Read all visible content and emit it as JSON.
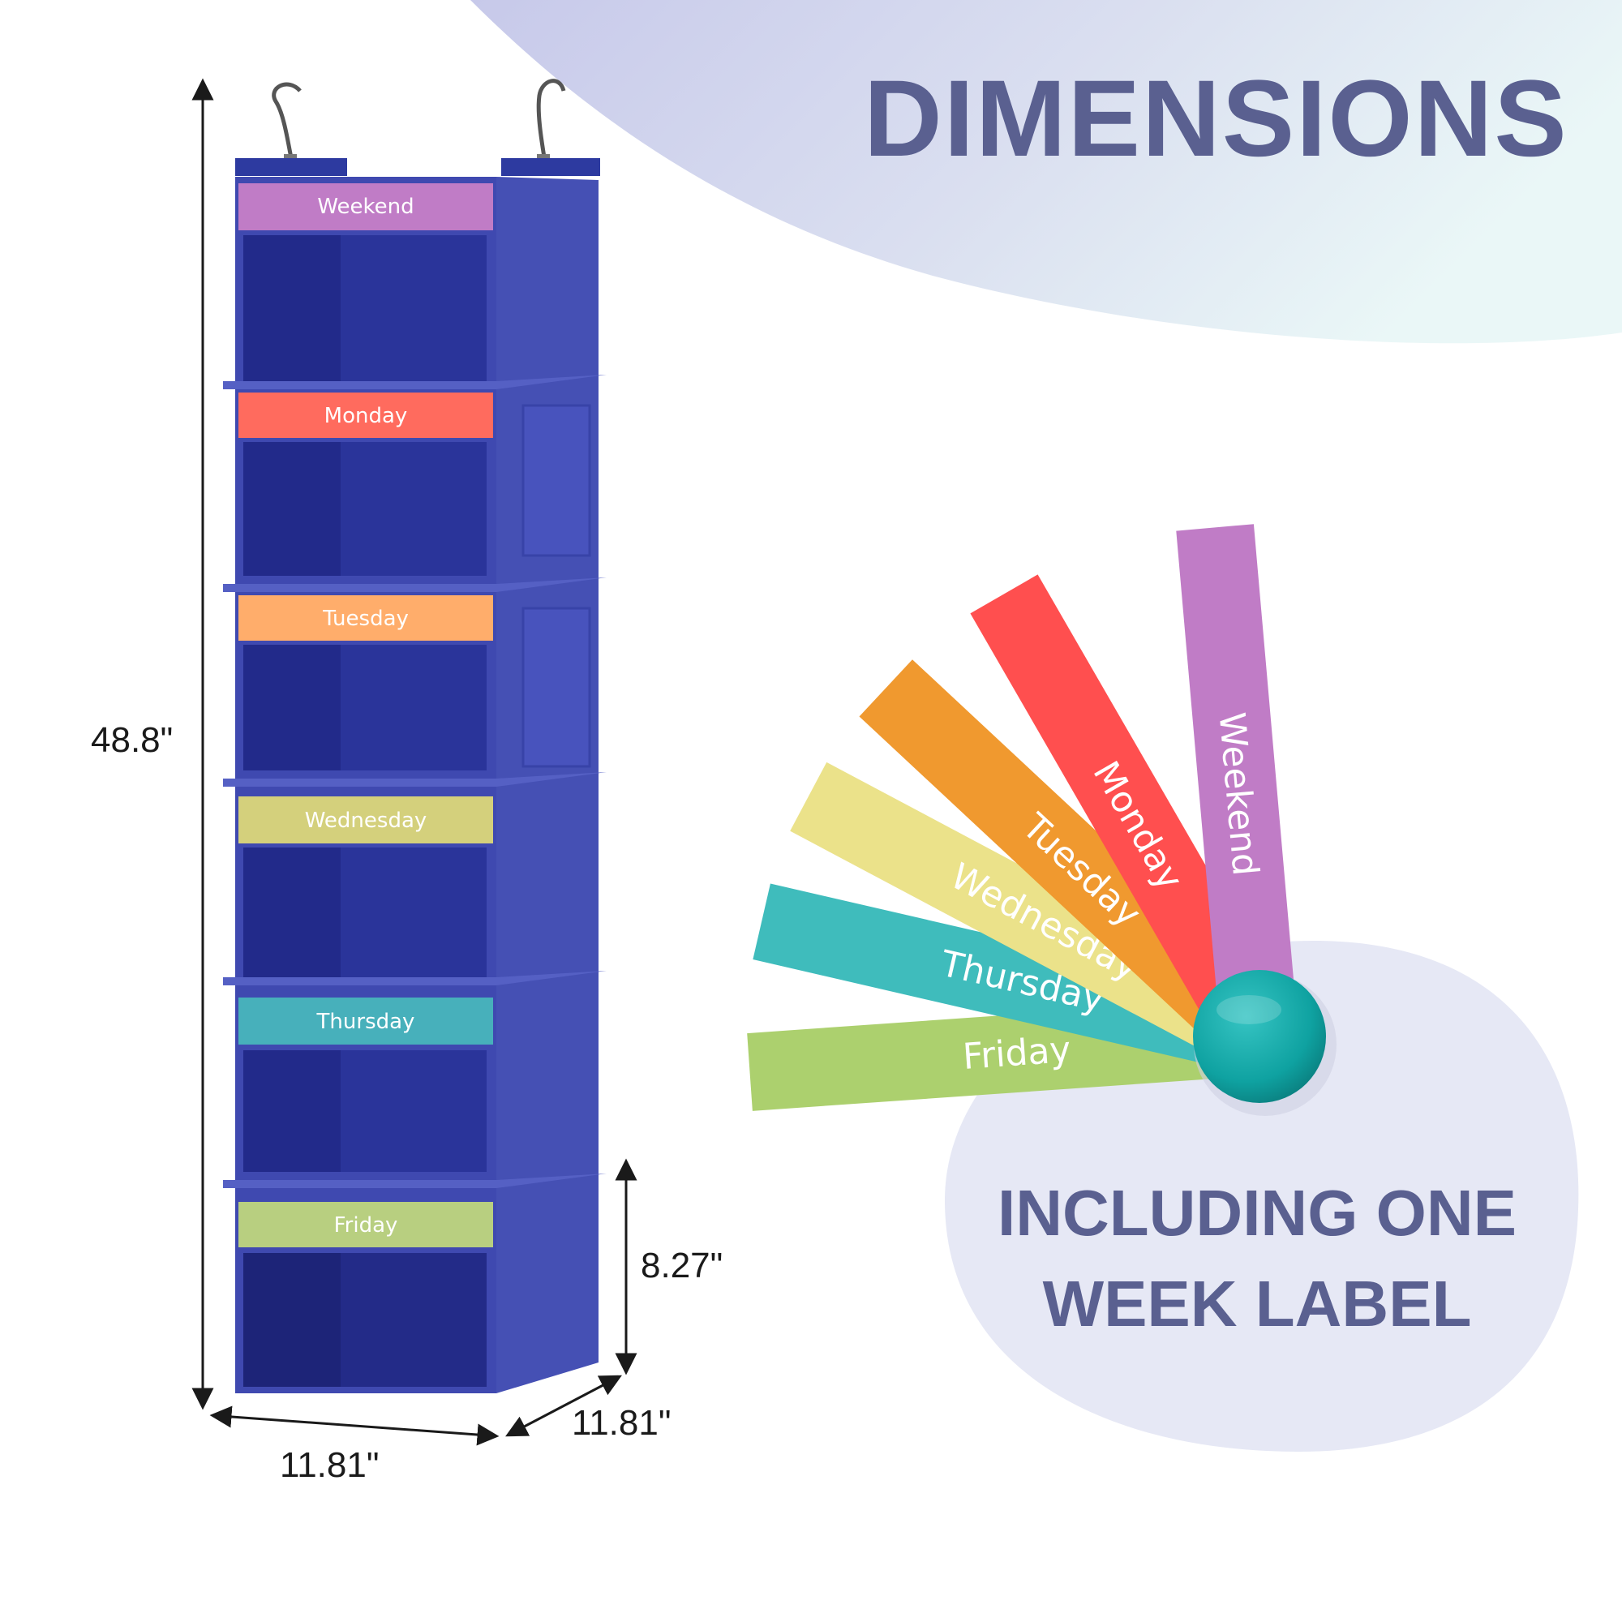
{
  "title": "DIMENSIONS",
  "caption_lines": [
    "INCLUDING ONE",
    "WEEK LABEL"
  ],
  "dimensions": {
    "height": "48.8\"",
    "shelf_height": "8.27\"",
    "width": "11.81\"",
    "depth": "11.81\""
  },
  "organizer_labels": [
    "Weekend",
    "Monday",
    "Tuesday",
    "Wednesday",
    "Thursday",
    "Friday"
  ],
  "fan_labels": [
    "Friday",
    "Thursday",
    "Wednesday",
    "Tuesday",
    "Monday",
    "Weekend"
  ],
  "colors": {
    "organizer_blue": "#3f49b0",
    "headline": "#5a6090",
    "weekend": "#c07cc6",
    "monday": "#ff4f4f",
    "tuesday": "#f0992f",
    "wednesday": "#ebe28a",
    "thursday": "#3fbcbc",
    "friday": "#acd06e",
    "pin": "#10a5a4"
  },
  "icons": [
    "hanger-hook-icon",
    "pin-icon"
  ]
}
